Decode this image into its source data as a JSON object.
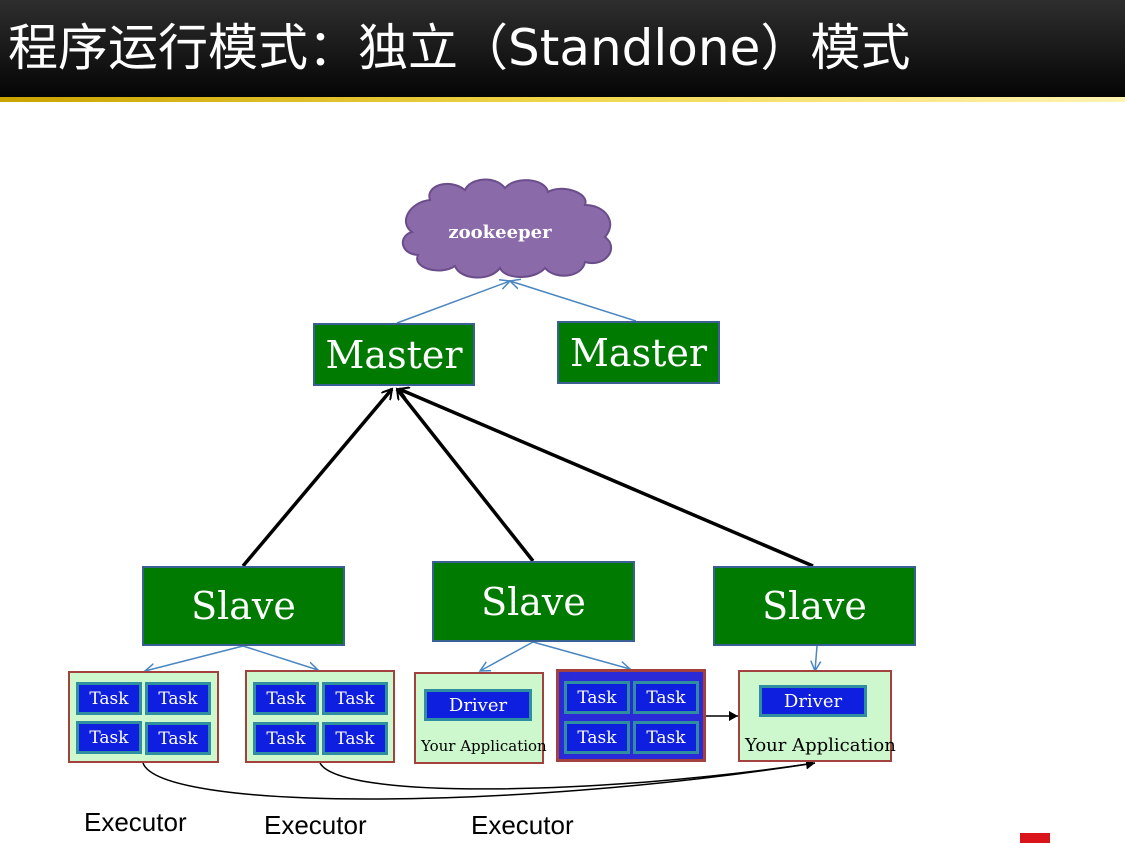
{
  "header": {
    "title": "程序运行模式：独立（Standlone）模式"
  },
  "diagram": {
    "zookeeper_label": "zookeeper",
    "masters": [
      "Master",
      "Master"
    ],
    "slaves": [
      "Slave",
      "Slave",
      "Slave"
    ],
    "task_label": "Task",
    "driver_label": "Driver",
    "app_label": "Your Application",
    "executor_labels": [
      "Executor",
      "Executor",
      "Executor"
    ]
  },
  "colors": {
    "node_green": "#017a01",
    "node_border": "#3a5f93",
    "task_blue": "#0e1fe0",
    "executor_bg": "#cdf7cc",
    "executor_border": "#a2413e",
    "cloud_purple": "#8a6aa8"
  }
}
